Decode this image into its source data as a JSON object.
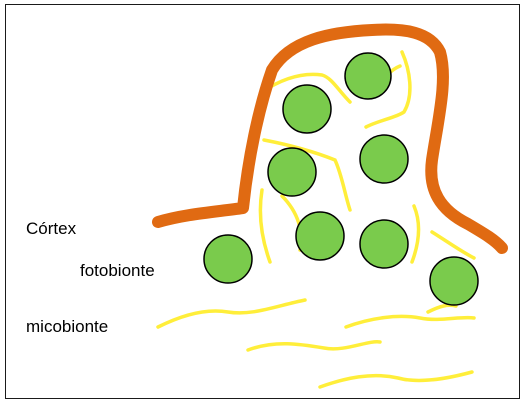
{
  "labels": {
    "cortex": "Córtex",
    "photobiont": "fotobionte",
    "mycobiont": "micobionte"
  },
  "colors": {
    "cortex": "#E06A12",
    "photobiont_fill": "#7ACB4C",
    "photobiont_stroke": "#000000",
    "hyphae": "#FFEE3A",
    "frame": "#1a1a1a"
  }
}
